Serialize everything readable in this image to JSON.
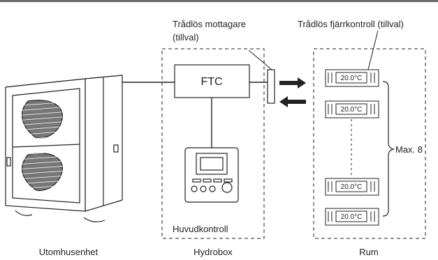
{
  "top_rule_color": "#6b6b6b",
  "labels": {
    "outdoor_unit": "Utomhusenhet",
    "hydrobox": "Hydrobox",
    "room": "Rum",
    "ftc": "FTC",
    "main_controller": "Huvudkontroll",
    "wireless_receiver_line1": "Trådlös mottagare",
    "wireless_receiver_line2": "(tillval)",
    "wireless_remote": "Trådlös fjärrkontroll (tillval)",
    "max": "Max. 8"
  },
  "thermostats": [
    {
      "temp": "20.0°C"
    },
    {
      "temp": "20.0°C"
    },
    {
      "temp": "20.0°C"
    },
    {
      "temp": "20.0°C"
    }
  ]
}
